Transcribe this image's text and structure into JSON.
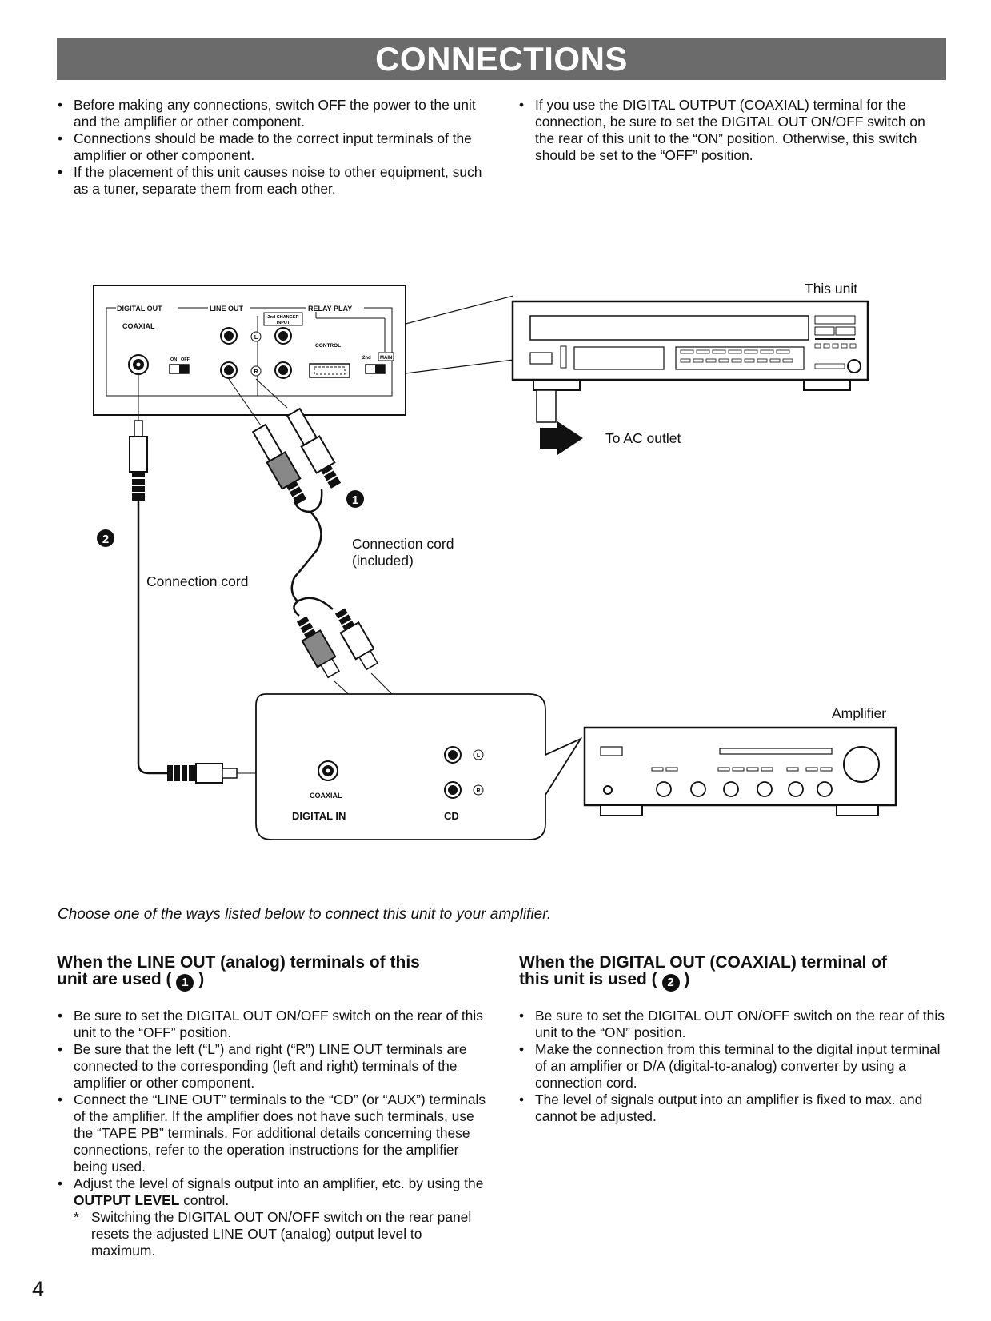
{
  "header": {
    "title": "CONNECTIONS"
  },
  "precautions_left": [
    "Before making any connections, switch OFF the power to the unit and the amplifier or other component.",
    "Connections should be made to the correct input terminals of the amplifier or other component.",
    "If the placement of this unit causes noise to other equipment, such as a tuner, separate them from each other."
  ],
  "precautions_right": [
    "If you use the DIGITAL OUTPUT (COAXIAL) terminal for the connection, be sure to set the DIGITAL OUT ON/OFF switch on the rear of this unit to the “ON” position.  Otherwise, this switch should be set to the “OFF” position."
  ],
  "diagram": {
    "this_unit_label": "This unit",
    "ac_outlet_label": "To AC outlet",
    "amplifier_label": "Amplifier",
    "cord1_label_line1": "Connection cord",
    "cord1_label_line2": "(included)",
    "cord2_label": "Connection cord",
    "marker_1": "1",
    "marker_2": "2",
    "rear_panel": {
      "digital_out": "DIGITAL OUT",
      "coaxial": "COAXIAL",
      "line_out": "LINE OUT",
      "relay_play": "RELAY PLAY",
      "changer_input_1": "2nd CHANGER",
      "changer_input_2": "INPUT",
      "control": "CONTROL",
      "on": "ON",
      "off": "OFF",
      "second": "2nd",
      "main": "MAIN",
      "l": "L",
      "r": "R"
    },
    "amp_panel": {
      "coaxial": "COAXIAL",
      "digital_in": "DIGITAL IN",
      "cd": "CD",
      "l": "L",
      "r": "R"
    }
  },
  "intro": "Choose one of the ways listed below to connect this unit to your amplifier.",
  "section_line_out": {
    "heading_line1": "When the LINE OUT (analog) terminals of this",
    "heading_line2": "unit are used  (",
    "heading_marker": "1",
    "heading_close": " )",
    "items": [
      "Be sure to set the DIGITAL OUT ON/OFF switch on the rear of this unit to the “OFF” position.",
      "Be sure that the left (“L”) and right (“R”) LINE OUT terminals are connected to the corresponding (left and right) terminals of the amplifier or other component.",
      "Connect the “LINE OUT” terminals to the “CD” (or “AUX”) terminals of the amplifier.  If the amplifier does not have such terminals, use the “TAPE PB” terminals.  For additional details concerning these connections, refer to the operation instructions for the amplifier being used."
    ],
    "level_item_prefix": "Adjust the level of signals output into an amplifier, etc. by using the ",
    "level_item_bold": "OUTPUT LEVEL",
    "level_item_suffix": " control.",
    "note": "Switching the DIGITAL OUT ON/OFF switch on the rear panel resets the adjusted LINE OUT (analog) output level to maximum."
  },
  "section_digital_out": {
    "heading_line1": "When the DIGITAL OUT (COAXIAL) terminal of",
    "heading_line2": "this unit is used  (",
    "heading_marker": "2",
    "heading_close": " )",
    "items": [
      "Be sure to set the DIGITAL OUT ON/OFF switch on the rear of this unit to the “ON” position.",
      "Make the connection from this terminal to the digital input terminal of an amplifier or D/A (digital-to-analog) converter by using a connection cord.",
      "The level of signals output into an amplifier is fixed to max. and cannot be adjusted."
    ]
  },
  "page_number": "4"
}
